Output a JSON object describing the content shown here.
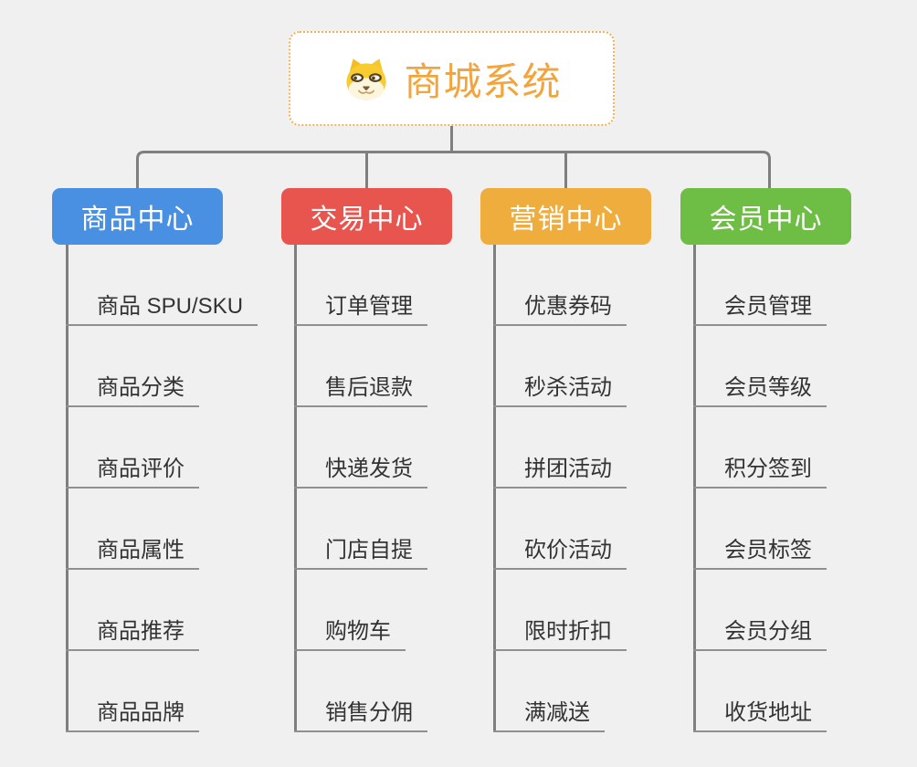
{
  "root": {
    "label": "商城系统",
    "icon": "dog-face-icon"
  },
  "branches": [
    {
      "label": "商品中心",
      "color": "#4A90E2",
      "children": [
        "商品 SPU/SKU",
        "商品分类",
        "商品评价",
        "商品属性",
        "商品推荐",
        "商品品牌"
      ]
    },
    {
      "label": "交易中心",
      "color": "#E8544E",
      "children": [
        "订单管理",
        "售后退款",
        "快递发货",
        "门店自提",
        "购物车",
        "销售分佣"
      ]
    },
    {
      "label": "营销中心",
      "color": "#EFAD3D",
      "children": [
        "优惠券码",
        "秒杀活动",
        "拼团活动",
        "砍价活动",
        "限时折扣",
        "满减送"
      ]
    },
    {
      "label": "会员中心",
      "color": "#6EBE45",
      "children": [
        "会员管理",
        "会员等级",
        "积分签到",
        "会员标签",
        "会员分组",
        "收货地址"
      ]
    }
  ],
  "colors": {
    "background": "#F0F0F1",
    "connector": "#7F7F7F",
    "child_underline": "#909090",
    "root_border": "#F1B054",
    "root_text": "#F2A53D",
    "root_background": "#FFFFFF"
  }
}
